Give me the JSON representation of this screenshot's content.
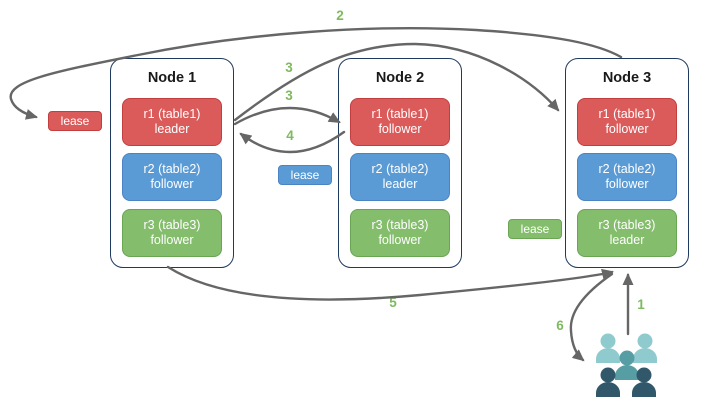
{
  "colors": {
    "red-fill": "#DB5B5B",
    "red-border": "#C33E3E",
    "blue-fill": "#5B9BD5",
    "blue-border": "#4A84C4",
    "green-fill": "#84BD6C",
    "green-border": "#69A553",
    "node-border": "#1F3A5F",
    "arrow": "#666666",
    "step-label": "#7FBA60",
    "users-light": "#8FCBCE",
    "users-mid": "#579EA4",
    "users-dark": "#30586A",
    "title-text": "#1A1A1A",
    "box-text": "#FFFFFF"
  },
  "nodes": [
    {
      "title": "Node 1",
      "replicas": [
        {
          "name": "r1 (table1)",
          "role": "leader",
          "color": "red"
        },
        {
          "name": "r2 (table2)",
          "role": "follower",
          "color": "blue"
        },
        {
          "name": "r3 (table3)",
          "role": "follower",
          "color": "green"
        }
      ]
    },
    {
      "title": "Node 2",
      "replicas": [
        {
          "name": "r1 (table1)",
          "role": "follower",
          "color": "red"
        },
        {
          "name": "r2 (table2)",
          "role": "leader",
          "color": "blue"
        },
        {
          "name": "r3 (table3)",
          "role": "follower",
          "color": "green"
        }
      ]
    },
    {
      "title": "Node 3",
      "replicas": [
        {
          "name": "r1 (table1)",
          "role": "follower",
          "color": "red"
        },
        {
          "name": "r2 (table2)",
          "role": "follower",
          "color": "blue"
        },
        {
          "name": "r3 (table3)",
          "role": "leader",
          "color": "green"
        }
      ]
    }
  ],
  "leases": [
    {
      "label": "lease",
      "color": "red"
    },
    {
      "label": "lease",
      "color": "blue"
    },
    {
      "label": "lease",
      "color": "green"
    }
  ],
  "steps": {
    "s1": "1",
    "s2": "2",
    "s3a": "3",
    "s3b": "3",
    "s4": "4",
    "s5": "5",
    "s6": "6"
  }
}
